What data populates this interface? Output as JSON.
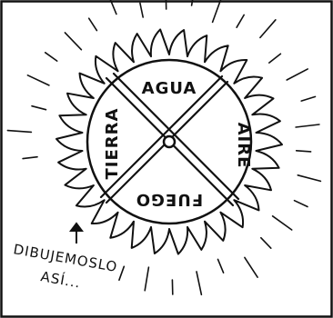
{
  "panel": {
    "labels": {
      "top": "AGUA",
      "left": "TIERRA",
      "right": "AIRE",
      "bottom": "FUEGO"
    },
    "caption_line1": "DIBUJEMOSLO",
    "caption_line2": "ASÍ..."
  },
  "colors": {
    "ink": "#111111",
    "paper": "#ffffff"
  },
  "icons": [
    "sun-icon",
    "arrow-up-icon"
  ]
}
